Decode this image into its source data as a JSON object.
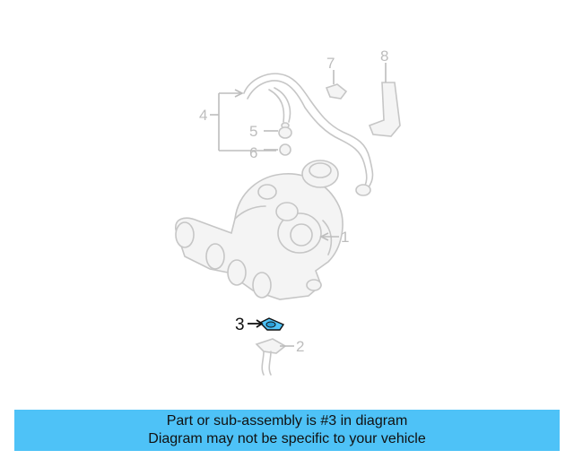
{
  "diagram": {
    "callouts": {
      "c1": "1",
      "c2": "2",
      "c3": "3",
      "c4": "4",
      "c5": "5",
      "c6": "6",
      "c7": "7",
      "c8": "8"
    },
    "highlight_part": "3",
    "highlight_color": "#4ec2f7",
    "callout_color": "#bdbdbd"
  },
  "banner": {
    "line1": "Part or sub-assembly is #3 in diagram",
    "line2": "Diagram may not be specific to your vehicle",
    "background_color": "#4ec2f7"
  }
}
